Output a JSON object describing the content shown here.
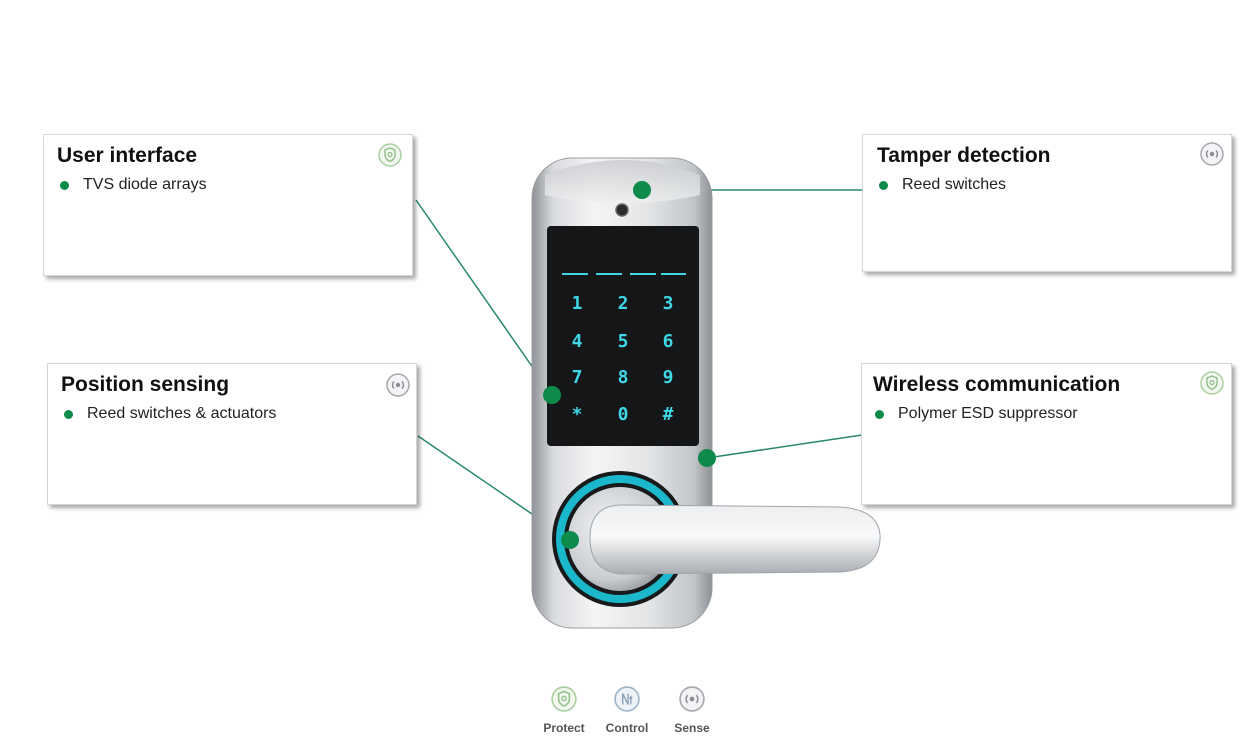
{
  "callouts": {
    "user_interface": {
      "title": "User interface",
      "bullet": "TVS diode arrays",
      "icon": "protect-icon"
    },
    "tamper_detection": {
      "title": "Tamper detection",
      "bullet": "Reed switches",
      "icon": "sense-icon"
    },
    "position_sensing": {
      "title": "Position sensing",
      "bullet": "Reed switches & actuators",
      "icon": "sense-icon"
    },
    "wireless_communication": {
      "title": "Wireless communication",
      "bullet": "Polymer ESD suppressor",
      "icon": "protect-icon"
    }
  },
  "keypad": {
    "keys": [
      "1",
      "2",
      "3",
      "4",
      "5",
      "6",
      "7",
      "8",
      "9",
      "*",
      "0",
      "#"
    ]
  },
  "legend": {
    "protect": "Protect",
    "control": "Control",
    "sense": "Sense"
  },
  "colors": {
    "accent": "#0e8a4a",
    "keypad_glow": "#3fd6e6",
    "ring": "#1bb8cc"
  }
}
